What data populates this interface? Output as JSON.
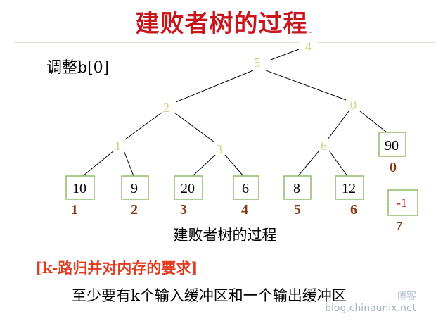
{
  "title": "建败者树的过程",
  "step_label": "调整b[0]",
  "tree": {
    "root_top": "4",
    "internal": [
      "5",
      "2",
      "0",
      "1",
      "3",
      "6"
    ],
    "leaves": [
      {
        "value": "10",
        "index": "1"
      },
      {
        "value": "9",
        "index": "2"
      },
      {
        "value": "20",
        "index": "3"
      },
      {
        "value": "6",
        "index": "4"
      },
      {
        "value": "8",
        "index": "5"
      },
      {
        "value": "12",
        "index": "6"
      }
    ],
    "extra_leaf": {
      "value": "90",
      "index": "0"
    },
    "sentinel": {
      "value": "-1",
      "index": "7"
    }
  },
  "caption": "建败者树的过程",
  "requirement": "[k-路归并对内存的要求]",
  "detail": "至少要有k个输入缓冲区和一个输出缓冲区",
  "watermark": {
    "cn": "博客",
    "url": "blog.chinaunix.net"
  },
  "colors": {
    "title": "#c8161d",
    "internal_node": "#d8cf82",
    "leaf_box": "#8dbb6a",
    "index": "#8a3a12",
    "requirement": "#e33b1f"
  }
}
